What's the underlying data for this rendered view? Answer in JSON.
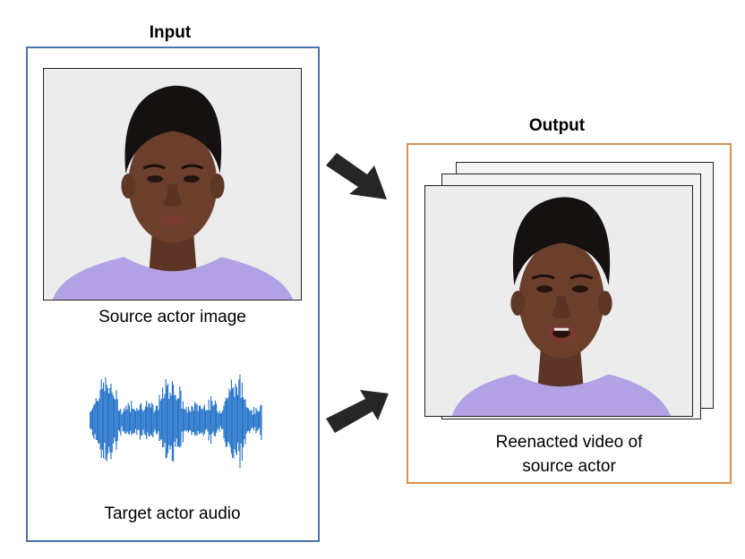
{
  "input": {
    "title": "Input",
    "border_color": "#4a72a8",
    "source_image_caption": "Source actor image",
    "audio_caption": "Target actor audio",
    "waveform_color": "#1f6fc8"
  },
  "output": {
    "title": "Output",
    "border_color": "#d9924f",
    "caption_line1": "Reenacted video of",
    "caption_line2": "source actor"
  },
  "arrows": {
    "color": "#262626"
  },
  "portrait": {
    "shirt_color": "#b3a1e6",
    "skin_color": "#6b3f2c",
    "hair_color": "#151110",
    "background": "#ececec"
  }
}
